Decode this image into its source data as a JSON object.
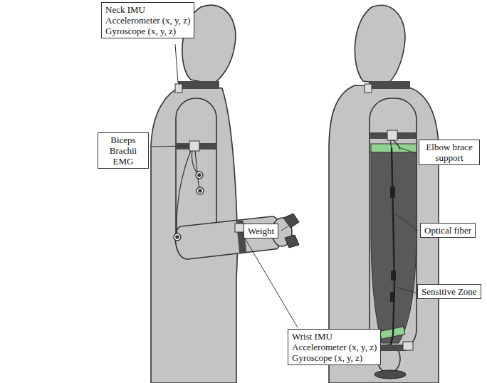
{
  "diagram": {
    "nodes": [
      {
        "text": [
          "Neck IMU",
          "Accelerometer (x, y, z)",
          "Gyroscope (x, y, z)"
        ]
      },
      {
        "text": [
          "Biceps Brachii EMG"
        ]
      },
      {
        "text": [
          "Weight"
        ]
      },
      {
        "text": [
          "Wrist IMU",
          "Accelerometer (x, y, z)",
          "Gyroscope (x, y, z)"
        ]
      },
      {
        "text": [
          "Elbow brace support"
        ]
      },
      {
        "text": [
          "Optical fiber"
        ]
      },
      {
        "text": [
          "Sensitive Zone"
        ]
      }
    ]
  }
}
